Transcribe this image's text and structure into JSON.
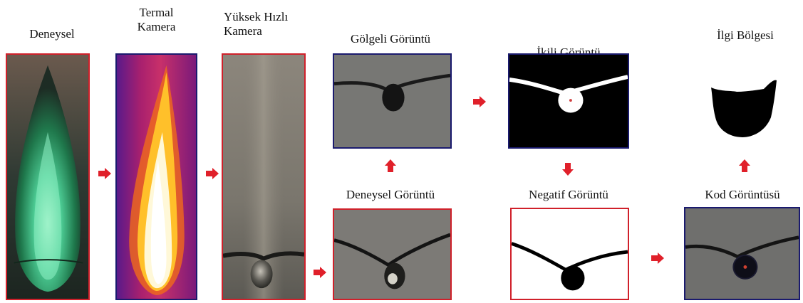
{
  "labels": {
    "deneysel": "Deneysel",
    "termal_line1": "Termal",
    "termal_line2": "Kamera",
    "yuksek_line1": "Yüksek Hızlı",
    "yuksek_line2": "Kamera",
    "golgeli": "Gölgeli Görüntü",
    "ikili": "İkili Görüntü",
    "ilgi": "İlgi Bölgesi",
    "deneysel_goruntu": "Deneysel Görüntü",
    "negatif": "Negatif Görüntü",
    "kod": "Kod Görüntüsü"
  },
  "colors": {
    "arrow": "#e0202a",
    "frame_red": "#d0202a",
    "frame_navy": "#1a1a6e"
  },
  "icons": {
    "arrow_right": "arrow-right-icon",
    "arrow_up": "arrow-up-icon",
    "arrow_down": "arrow-down-icon"
  }
}
